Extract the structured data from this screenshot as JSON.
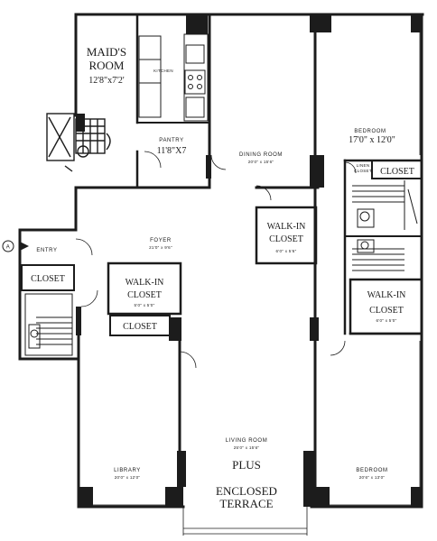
{
  "rooms": {
    "maids_room": {
      "line1": "MAID'S",
      "line2": "ROOM",
      "dim": "12'8\"x7'2'"
    },
    "kitchen": {
      "label": "KITCHEN"
    },
    "pantry": {
      "label": "PANTRY",
      "dim": "11'8\"X7"
    },
    "dining_room": {
      "label": "DINING ROOM",
      "dim": "20'0\" x 15'6\""
    },
    "bedroom_top": {
      "label": "BEDROOM",
      "dim": "17'0\" x 12'0\""
    },
    "linen_closet": {
      "line1": "LINEN",
      "line2": "CLOSET"
    },
    "closet_right_top": {
      "label": "CLOSET"
    },
    "walkin_center": {
      "line1": "WALK-IN",
      "line2": "CLOSET",
      "dim": "6'0\" x 5'6\""
    },
    "entry": {
      "label": "ENTRY",
      "marker": "A"
    },
    "foyer": {
      "label": "FOYER",
      "dim": "21'0\" x 9'6\""
    },
    "closet_left": {
      "label": "CLOSET"
    },
    "walkin_left": {
      "line1": "WALK-IN",
      "line2": "CLOSET",
      "dim": "5'0\" x 5'0\""
    },
    "closet_small": {
      "label": "CLOSET"
    },
    "walkin_right": {
      "line1": "WALK-IN",
      "line2": "CLOSET",
      "dim": "6'0\" x 5'0\""
    },
    "library": {
      "label": "LIBRARY",
      "dim": "20'0\" x 12'0\""
    },
    "living_room": {
      "label": "LIVING ROOM",
      "dim": "25'0\" x 15'6\""
    },
    "plus": {
      "label": "PLUS"
    },
    "terrace": {
      "line1": "ENCLOSED",
      "line2": "TERRACE"
    },
    "bedroom_bottom": {
      "label": "BEDROOM",
      "dim": "20'6\" x 13'0\""
    }
  },
  "colors": {
    "wall": "#1c1c1c",
    "ink": "#1a1a1a",
    "paper": "#ffffff"
  }
}
